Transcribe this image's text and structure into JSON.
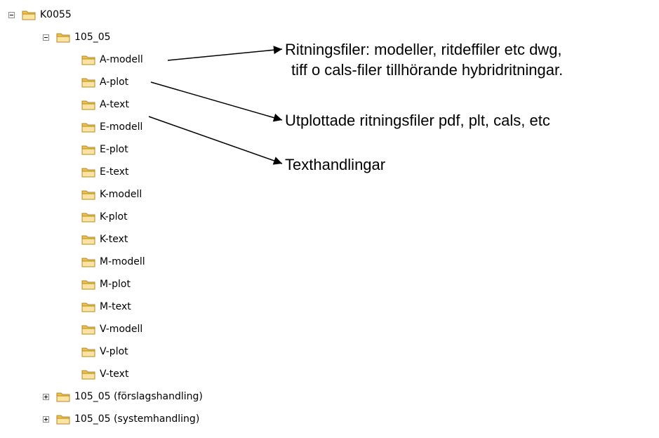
{
  "tree": {
    "root": {
      "label": "K0055",
      "expanded": true,
      "toggle": "minus"
    },
    "project": {
      "label": "105_05",
      "expanded": true,
      "toggle": "minus"
    },
    "children": [
      "A-modell",
      "A-plot",
      "A-text",
      "E-modell",
      "E-plot",
      "E-text",
      "K-modell",
      "K-plot",
      "K-text",
      "M-modell",
      "M-plot",
      "M-text",
      "V-modell",
      "V-plot",
      "V-text"
    ],
    "collapsed": [
      {
        "label": "105_05 (förslagshandling)",
        "toggle": "plus"
      },
      {
        "label": "105_05 (systemhandling)",
        "toggle": "plus"
      }
    ]
  },
  "annotations": [
    {
      "line1": "Ritningsfiler: modeller, ritdeffiler etc dwg,",
      "line2": "tiff o cals-filer tillhörande hybridritningar."
    },
    {
      "line1": "Utplottade ritningsfiler pdf, plt, cals, etc"
    },
    {
      "line1": "Texthandlingar"
    }
  ],
  "colors": {
    "folder_fill": "#f7d680",
    "folder_edge": "#b58a22",
    "text": "#000000"
  }
}
